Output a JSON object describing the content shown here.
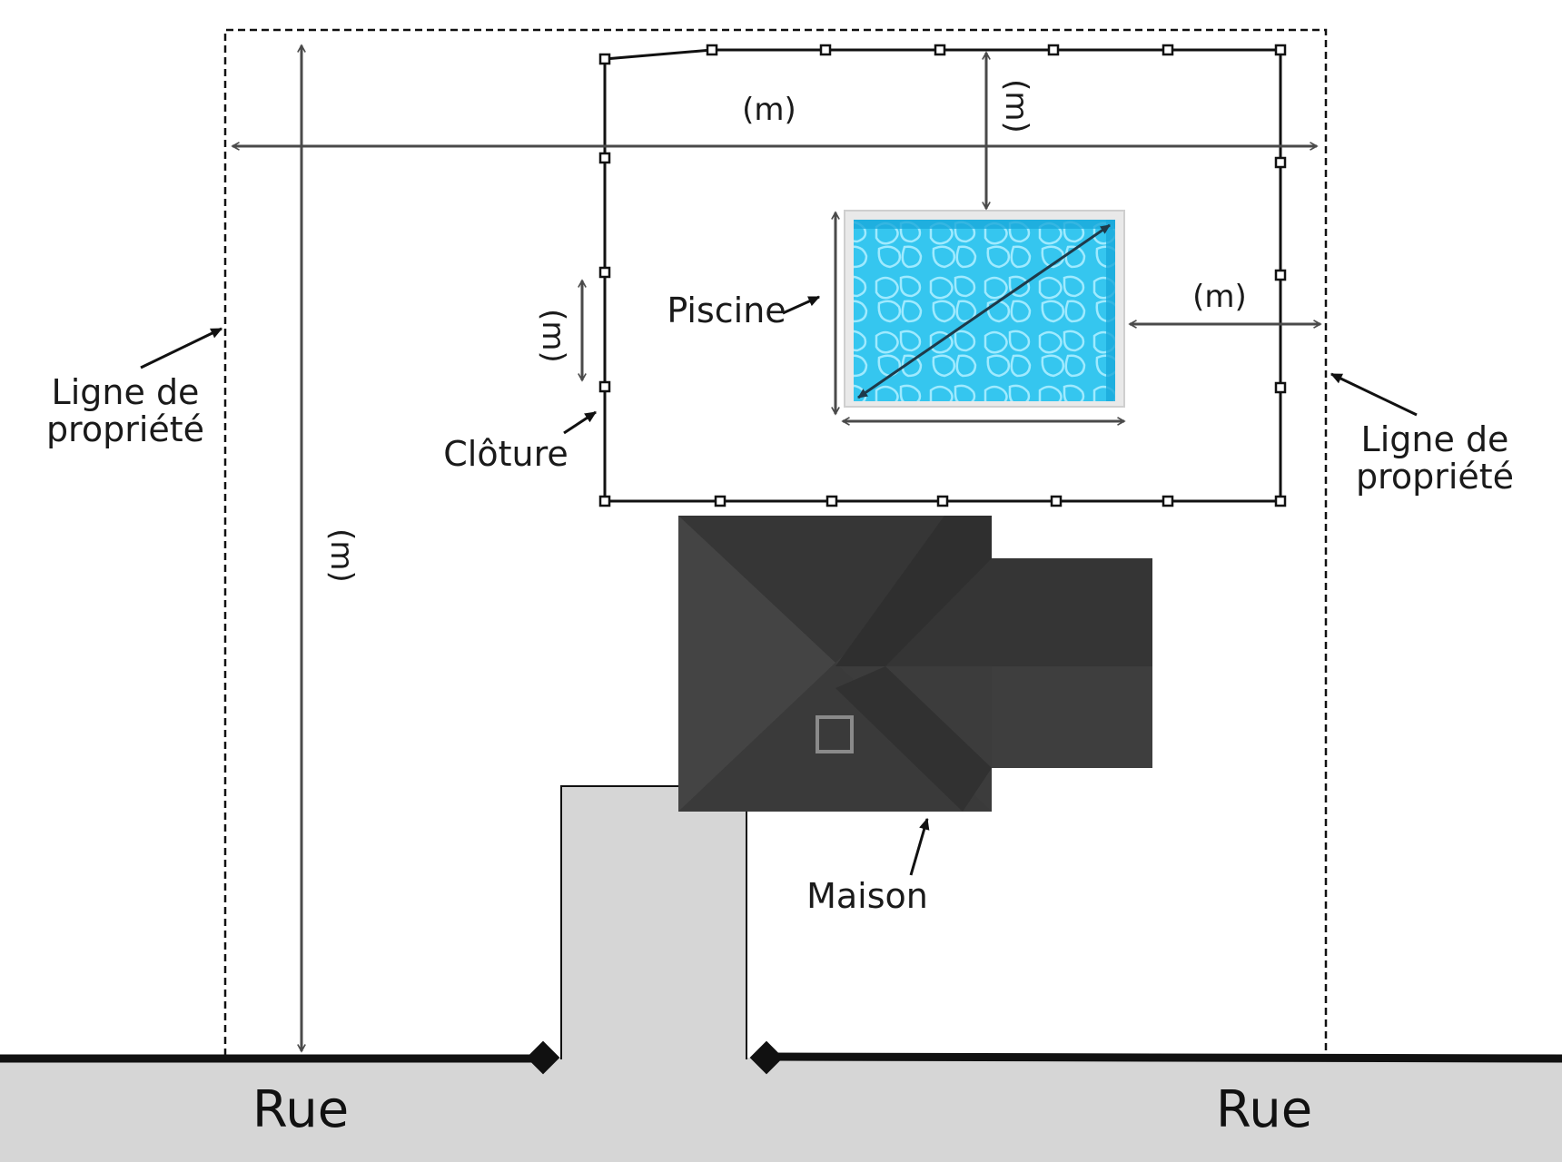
{
  "labels": {
    "property_line_left_1": "Ligne de",
    "property_line_left_2": "propriété",
    "property_line_right_1": "Ligne de",
    "property_line_right_2": "propriété",
    "pool": "Piscine",
    "fence": "Clôture",
    "house": "Maison",
    "street_left": "Rue",
    "street_right": "Rue"
  },
  "dimensions": {
    "lot_width_unit": "(m)",
    "lot_depth_unit": "(m)",
    "fence_to_pool_top_unit": "(m)",
    "fence_to_property_right_unit": "(m)",
    "fence_post_spacing_unit": "(m)"
  },
  "colors": {
    "street": "#d6d6d6",
    "driveway": "#d6d6d6",
    "roof_dark": "#363636",
    "roof_mid": "#3e3e3e",
    "roof_light": "#444444",
    "pool_water": "#35c6ef",
    "pool_deck": "#e9e9e9",
    "lines": "#111111",
    "arrows": "#4a4a4a"
  }
}
